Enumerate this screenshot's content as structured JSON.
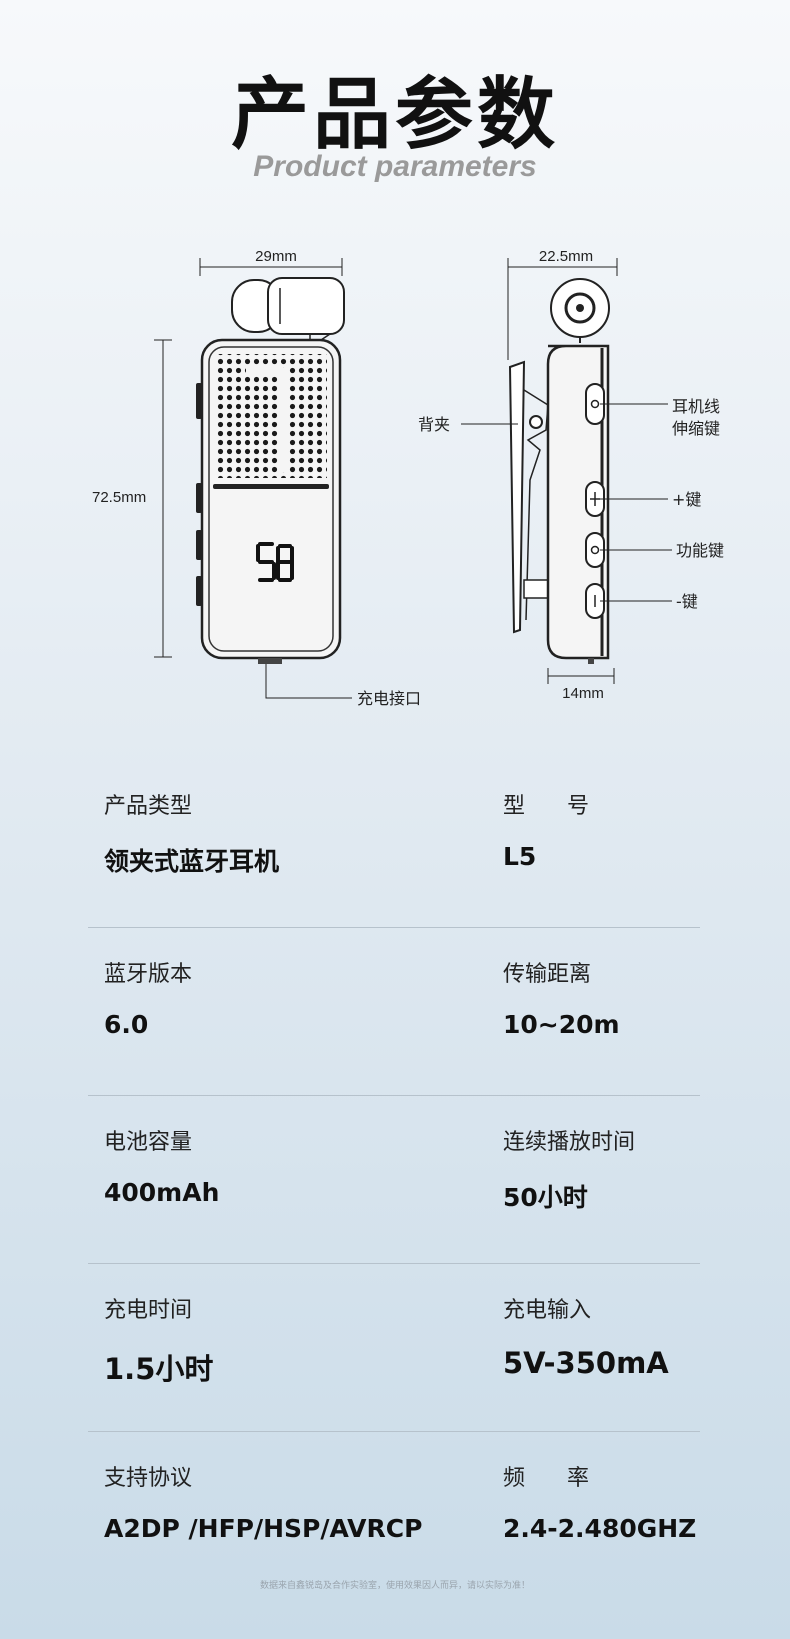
{
  "header": {
    "title_cn": "产品参数",
    "title_en": "Product parameters"
  },
  "diagram": {
    "width_front": "29mm",
    "height_front": "72.5mm",
    "width_side": "22.5mm",
    "depth_side": "14mm",
    "display_icon": "seven-segment-display-icon",
    "callouts": {
      "back_clip": "背夹",
      "cable_retract_line1": "耳机线",
      "cable_retract_line2": "伸缩键",
      "plus_key": "+键",
      "function_key": "功能键",
      "minus_key": "-键",
      "charge_port": "充电接口"
    }
  },
  "specs": [
    {
      "left": {
        "label": "产品类型",
        "value": "领夹式蓝牙耳机"
      },
      "right": {
        "label": "型      号",
        "value": "L5"
      }
    },
    {
      "left": {
        "label": "蓝牙版本",
        "value": "6.0"
      },
      "right": {
        "label": "传输距离",
        "value": "10~20m"
      }
    },
    {
      "left": {
        "label": "电池容量",
        "value": "400mAh"
      },
      "right": {
        "label": "连续播放时间",
        "value": "50小时"
      }
    },
    {
      "left": {
        "label": "充电时间",
        "value": "1.5小时"
      },
      "right": {
        "label": "充电输入",
        "value": "5V-350mA"
      }
    },
    {
      "left": {
        "label": "支持协议",
        "value": "A2DP /HFP/HSP/AVRCP"
      },
      "right": {
        "label": "频      率",
        "value": "2.4-2.480GHZ"
      }
    }
  ],
  "footnote": "数据来自鑫锐岛及合作实验室，使用效果因人而异，请以实际为准！"
}
